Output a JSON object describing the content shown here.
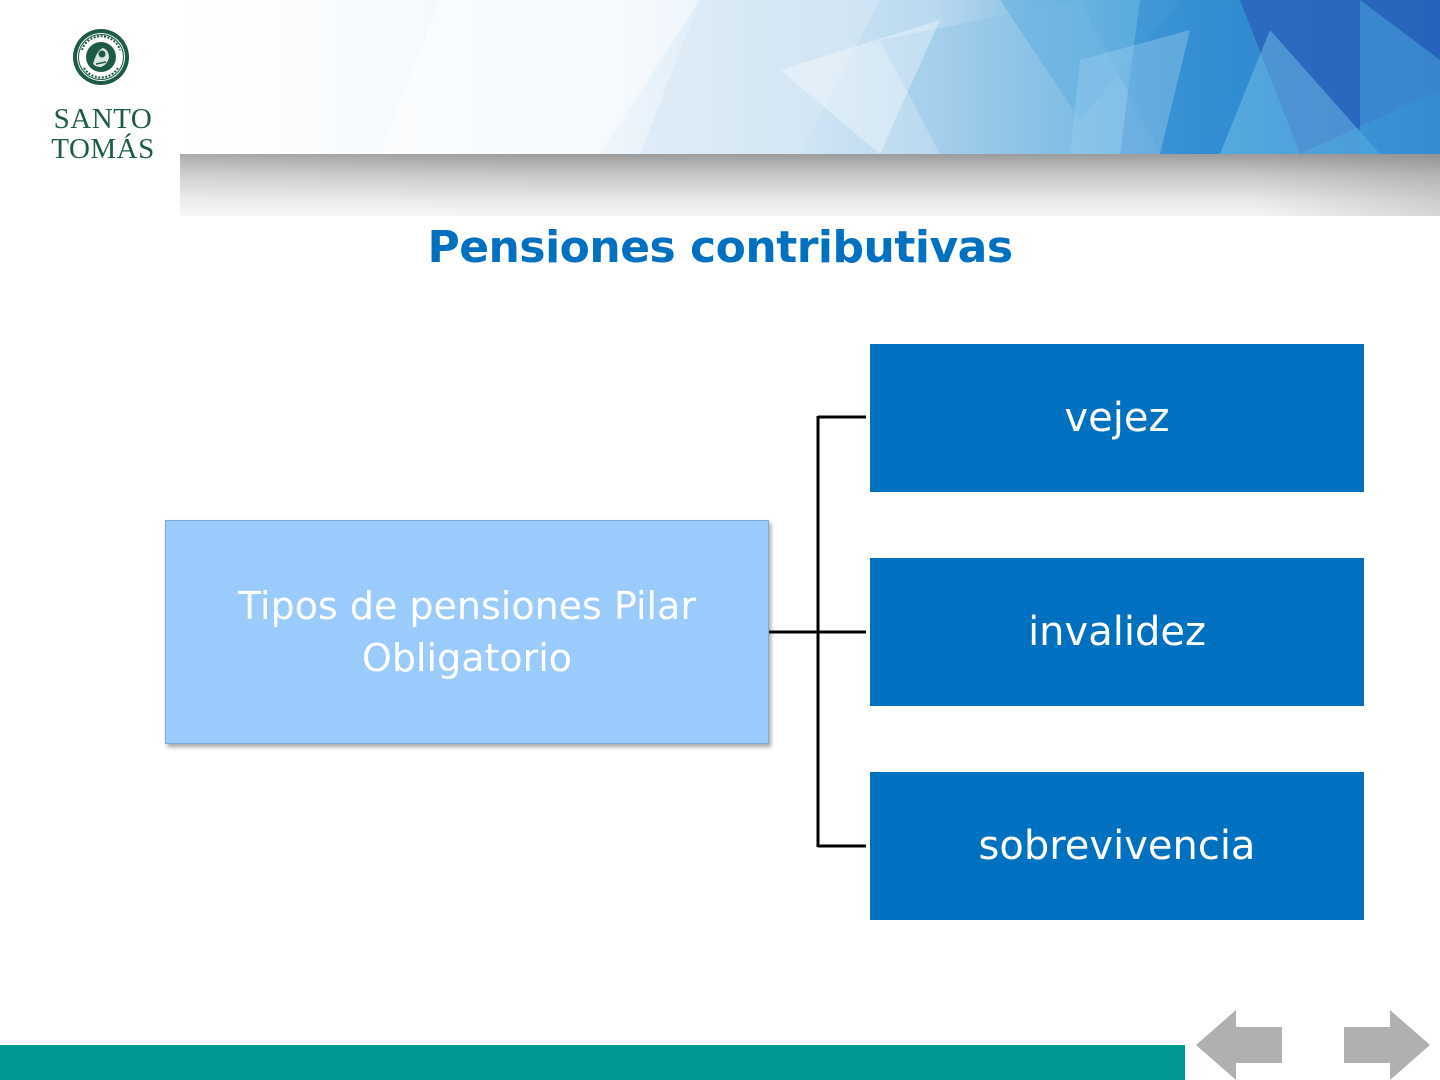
{
  "header": {
    "logo": {
      "line1": "SANTO",
      "line2": "TOMÁS",
      "seal_text": "SANTO TOMÁS · FAX EN VERITAS"
    }
  },
  "title": "Pensiones contributivas",
  "diagram": {
    "root": {
      "label": "Tipos de pensiones Pilar Obligatorio"
    },
    "children": [
      {
        "label": "vejez"
      },
      {
        "label": "invalidez"
      },
      {
        "label": "sobrevivencia"
      }
    ]
  },
  "navigation": {
    "previous": {
      "icon": "arrow-left-icon"
    },
    "next": {
      "icon": "arrow-right-icon"
    }
  },
  "colors": {
    "title": "#0070c0",
    "child_box": "#0070c0",
    "root_box": "#9bcbfc",
    "bottom_bar": "#009a96",
    "logo": "#1e5b47",
    "nav_arrow": "#b0b0b0"
  }
}
